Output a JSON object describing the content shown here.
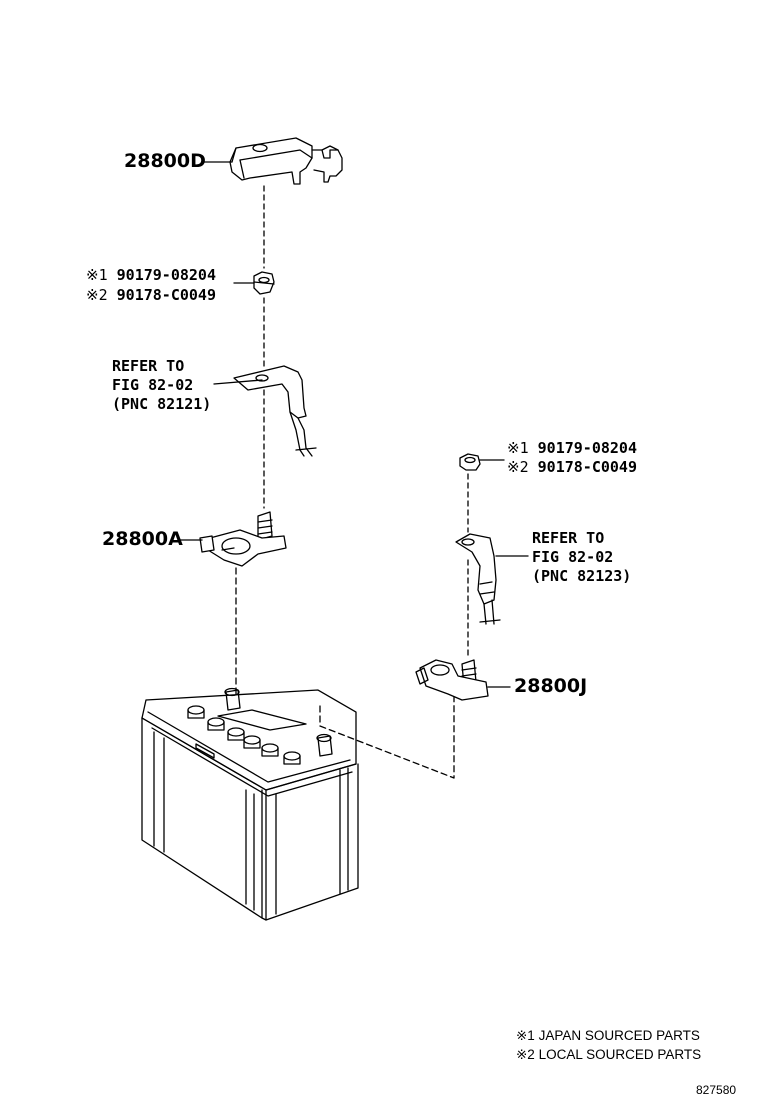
{
  "parts": {
    "cover": "28800D",
    "terminal_negative": "28800A",
    "terminal_positive": "28800J"
  },
  "nut_left": {
    "line1_mark": "※1",
    "line1_part": "90179-08204",
    "line2_mark": "※2",
    "line2_part": "90178-C0049"
  },
  "nut_right": {
    "line1_mark": "※1",
    "line1_part": "90179-08204",
    "line2_mark": "※2",
    "line2_part": "90178-C0049"
  },
  "refer_left": {
    "line1": "REFER TO",
    "line2": "FIG 82-02",
    "line3": "(PNC 82121)"
  },
  "refer_right": {
    "line1": "REFER TO",
    "line2": "FIG 82-02",
    "line3": "(PNC 82123)"
  },
  "legend": {
    "note1": "※1 JAPAN SOURCED PARTS",
    "note2": "※2 LOCAL SOURCED PARTS"
  },
  "figure_number": "827580"
}
